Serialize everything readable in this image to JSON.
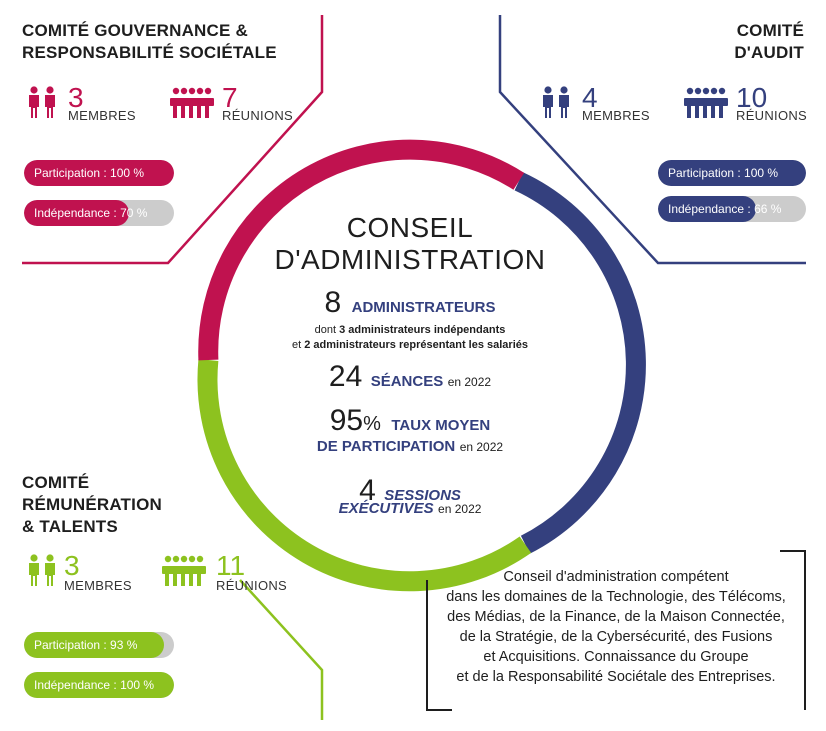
{
  "colors": {
    "gouvernance": "#c0124f",
    "audit": "#34407e",
    "remuneration": "#8dc21f",
    "grey": "#cccccc"
  },
  "icons": {
    "members": "people-icon",
    "meetings": "meeting-table-icon"
  },
  "gouvernance": {
    "title_l1": "COMITÉ GOUVERNANCE &",
    "title_l2": "RESPONSABILITÉ SOCIÉTALE",
    "members_num": "3",
    "members_label": "MEMBRES",
    "meetings_num": "7",
    "meetings_label": "RÉUNIONS",
    "participation_label": "Participation : 100 %",
    "participation_pct": 100,
    "independence_label": "Indépendance : 70 %",
    "independence_pct": 70
  },
  "audit": {
    "title_l1": "COMITÉ",
    "title_l2": "D'AUDIT",
    "members_num": "4",
    "members_label": "MEMBRES",
    "meetings_num": "10",
    "meetings_label": "RÉUNIONS",
    "participation_label": "Participation : 100 %",
    "participation_pct": 100,
    "independence_label": "Indépendance : 66 %",
    "independence_pct": 66
  },
  "remuneration": {
    "title_l1": "COMITÉ",
    "title_l2": "RÉMUNÉRATION",
    "title_l3": "& TALENTS",
    "members_num": "3",
    "members_label": "MEMBRES",
    "meetings_num": "11",
    "meetings_label": "RÉUNIONS",
    "participation_label": "Participation : 93 %",
    "participation_pct": 93,
    "independence_label": "Indépendance : 100 %",
    "independence_pct": 100
  },
  "conseil": {
    "title_l1": "CONSEIL",
    "title_l2": "D'ADMINISTRATION",
    "admins_num": "8",
    "admins_label": "ADMINISTRATEURS",
    "detail_l1_pre": "dont ",
    "detail_l1_bold": "3 administrateurs indépendants",
    "detail_l2_pre": "et ",
    "detail_l2_bold": "2 administrateurs représentant les salariés",
    "seances_num": "24",
    "seances_label": "SÉANCES",
    "seances_year": "en 2022",
    "taux_num": "95",
    "taux_pct_sign": "%",
    "taux_label_l1": "TAUX MOYEN",
    "taux_label_l2": "DE PARTICIPATION",
    "taux_year": "en 2022",
    "sessions_num": "4",
    "sessions_label_l1": "SESSIONS",
    "sessions_label_l2": "EXÉCUTIVES",
    "sessions_year": "en 2022"
  },
  "description": {
    "lines": [
      "Conseil d'administration compétent",
      "dans les domaines de la Technologie, des Télécoms,",
      "des Médias, de la Finance, de la Maison Connectée,",
      "de la Stratégie, de la Cybersécurité, des Fusions",
      "et Acquisitions. Connaissance du Groupe",
      "et de la Responsabilité Sociétale des Entreprises."
    ]
  }
}
